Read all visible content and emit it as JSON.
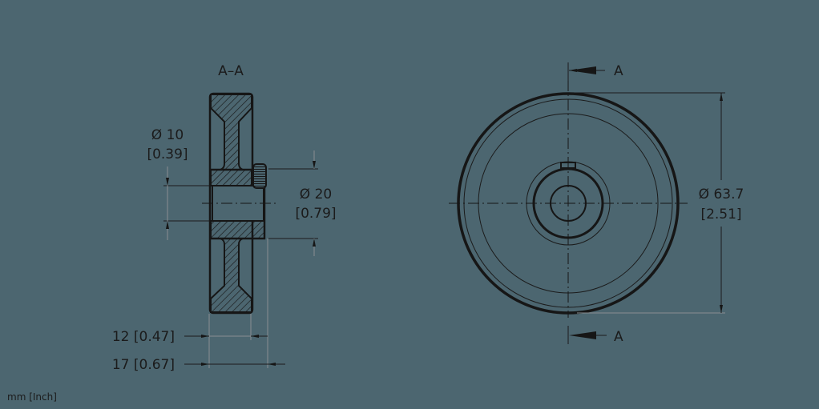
{
  "section_view": {
    "title": "A–A",
    "bore_diameter": {
      "mm": "Ø 10",
      "inch": "[0.39]"
    },
    "hub_diameter": {
      "mm": "Ø 20",
      "inch": "[0.79]"
    },
    "width_inner": {
      "label": "12 [0.47]"
    },
    "width_total": {
      "label": "17 [0.67]"
    }
  },
  "front_view": {
    "section_marker_top": "A",
    "section_marker_bottom": "A",
    "outer_diameter": {
      "mm": "Ø 63.7",
      "inch": "[2.51]"
    }
  },
  "units_label": "mm [Inch]",
  "colors": {
    "background": "#4c6670",
    "line": "#161616",
    "extension_line": "#8a8f92"
  }
}
